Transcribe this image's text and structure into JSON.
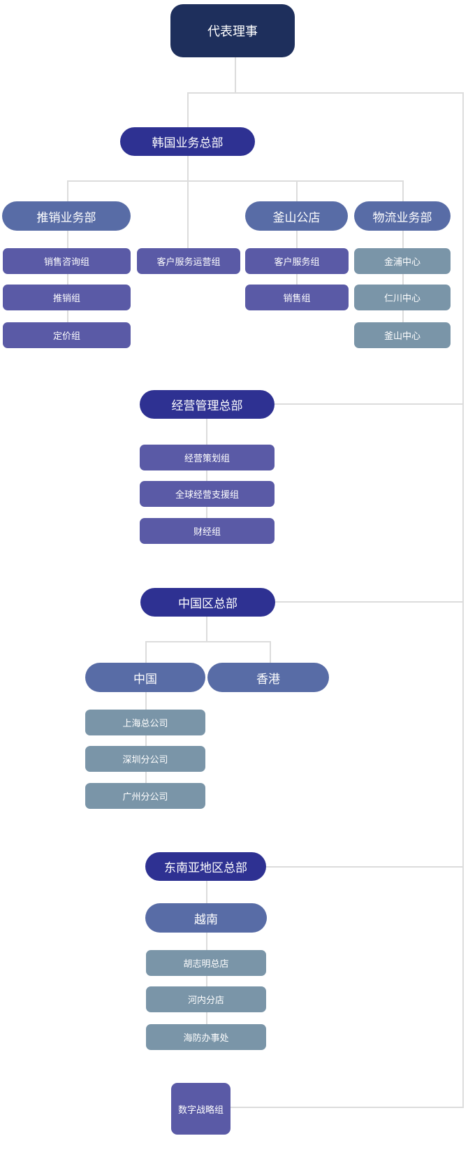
{
  "root": "代表理事",
  "korea": {
    "title": "韩国业务总部",
    "sales": {
      "title": "推销业务部",
      "teams": [
        "销售咨询组",
        "推销组",
        "定价组"
      ]
    },
    "customer_ops": "客户服务运营组",
    "busan_store": {
      "title": "釜山公店",
      "teams": [
        "客户服务组",
        "销售组"
      ]
    },
    "logistics": {
      "title": "物流业务部",
      "centers": [
        "金浦中心",
        "仁川中心",
        "釜山中心"
      ]
    }
  },
  "management": {
    "title": "经营管理总部",
    "teams": [
      "经营策划组",
      "全球经营支援组",
      "财经组"
    ]
  },
  "china": {
    "title": "中国区总部",
    "mainland": {
      "title": "中国",
      "offices": [
        "上海总公司",
        "深圳分公司",
        "广州分公司"
      ]
    },
    "hongkong": "香港"
  },
  "sea": {
    "title": "东南亚地区总部",
    "vietnam": {
      "title": "越南",
      "offices": [
        "胡志明总店",
        "河内分店",
        "海防办事处"
      ]
    }
  },
  "digital": "数字战略组",
  "colors": {
    "top": "#1e2f5c",
    "hq": "#2e3192",
    "dept": "#586ca6",
    "team": "#5a5aa6",
    "office": "#7a95a8",
    "line": "#dcdcdc"
  }
}
